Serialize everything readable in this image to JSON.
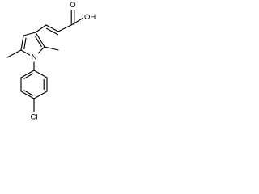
{
  "diagram": {
    "type": "chemical-structure",
    "atom_labels": {
      "acid_oxygen": "O",
      "acid_hydroxyl": "OH",
      "ring_nitrogen": "N",
      "chlorine": "Cl"
    },
    "colors": {
      "bonds": "#000000",
      "labels": "#000000",
      "background": "#ffffff"
    }
  }
}
